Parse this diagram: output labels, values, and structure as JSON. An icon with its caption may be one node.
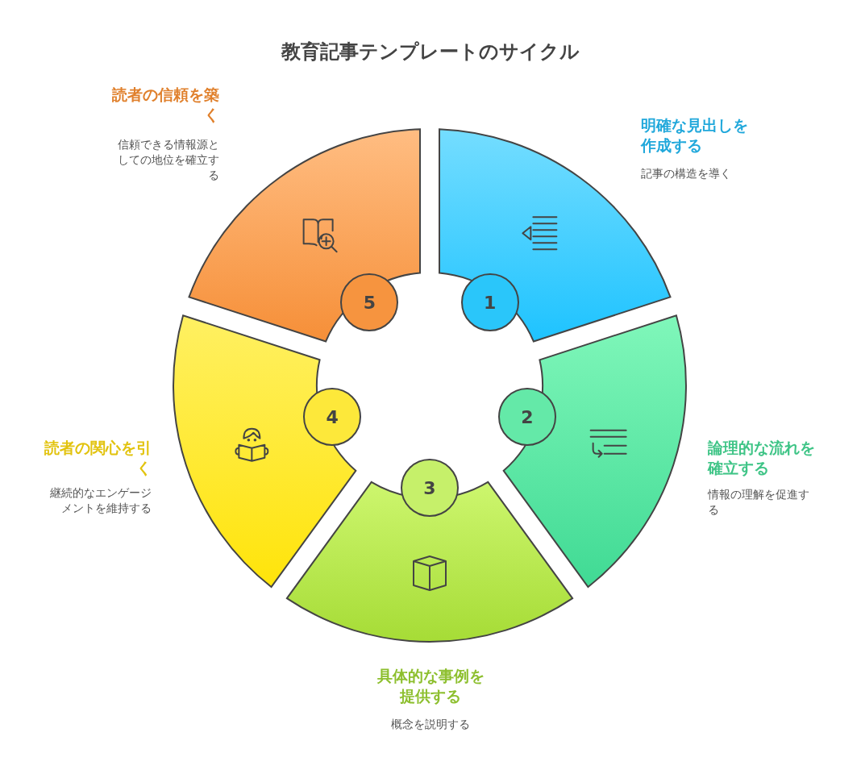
{
  "diagram": {
    "title": "教育記事テンプレートのサイクル",
    "nodes": [
      {
        "text": [],
        "shape": "sector",
        "beside": [
          "明確な見出しを作成する",
          "記事の構造を導く"
        ]
      },
      {
        "text": [],
        "shape": "sector",
        "beside": [
          "論理的な流れを確立する",
          "情報の理解を促進する"
        ]
      },
      {
        "text": [],
        "shape": "sector",
        "beside": [
          "具体的な事例を提供する",
          "概念を説明する"
        ]
      },
      {
        "text": [],
        "shape": "sector",
        "beside": [
          "読者の関心を引く",
          "継続的なエンゲージメントを維持する"
        ]
      },
      {
        "text": [],
        "shape": "sector",
        "beside": [
          "読者の信頼を築く",
          "信頼できる情報源としての地位を確立する"
        ]
      },
      {
        "text": [
          "1"
        ]
      },
      {
        "text": [
          "2"
        ]
      },
      {
        "text": [
          "3"
        ]
      },
      {
        "text": [
          "4"
        ]
      },
      {
        "text": [
          "5"
        ]
      }
    ],
    "edges": []
  }
}
